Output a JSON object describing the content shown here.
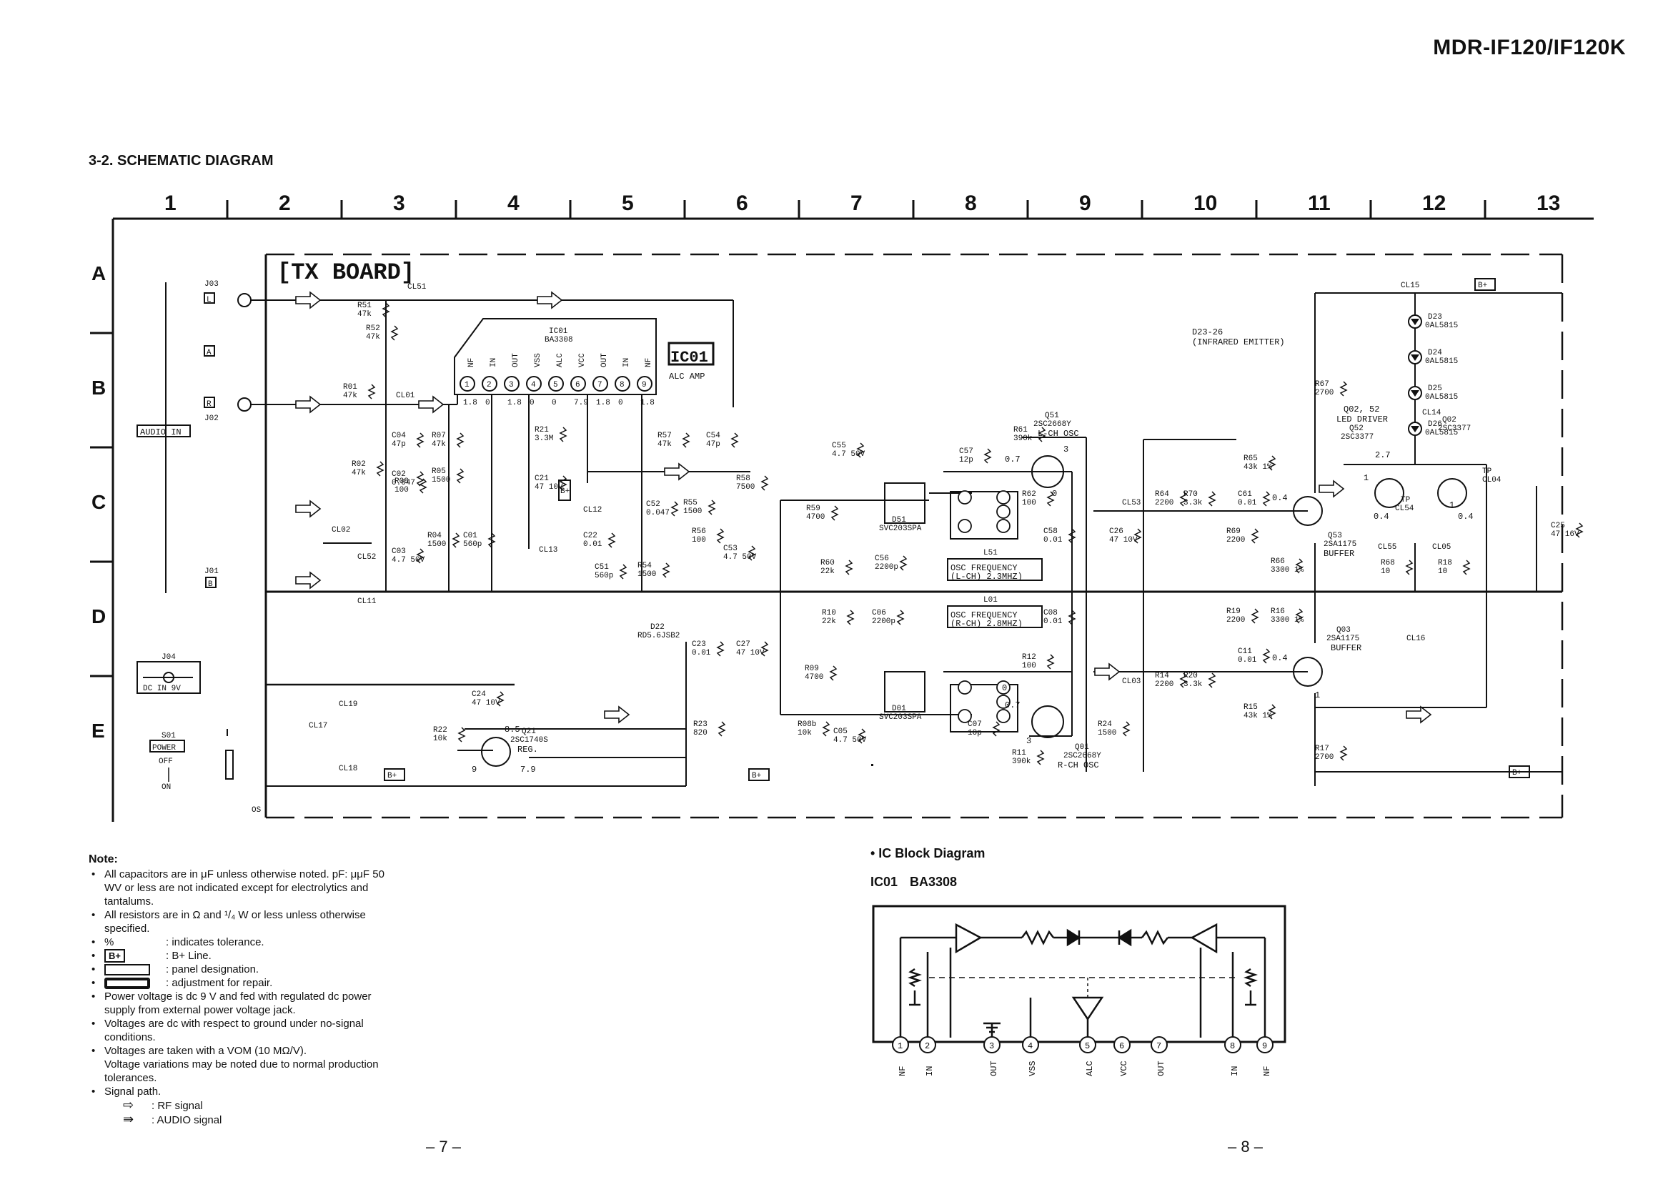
{
  "header": {
    "model": "MDR-IF120/IF120K",
    "section_title": "3-2.  SCHEMATIC  DIAGRAM"
  },
  "grid": {
    "columns": [
      "1",
      "2",
      "3",
      "4",
      "5",
      "6",
      "7",
      "8",
      "9",
      "10",
      "11",
      "12",
      "13"
    ],
    "rows": [
      "A",
      "B",
      "C",
      "D",
      "E"
    ]
  },
  "board": {
    "title": "[TX BOARD]"
  },
  "ic01": {
    "ref": "IC01",
    "part": "BA3308",
    "box_label": "IC01",
    "function": "ALC AMP",
    "pins": [
      "1",
      "2",
      "3",
      "4",
      "5",
      "6",
      "7",
      "8",
      "9"
    ],
    "pin_names": [
      "NF",
      "IN",
      "OUT",
      "VSS",
      "ALC",
      "VCC",
      "OUT",
      "IN",
      "NF"
    ],
    "voltages": [
      "1.8",
      "0",
      "1.8",
      "0",
      "0",
      "7.9",
      "1.8",
      "0",
      "1.8"
    ]
  },
  "connectors": {
    "j03": "J03",
    "j02": "J02",
    "j01": "J01",
    "j04": "J04",
    "l": "L",
    "a": "A",
    "r": "R",
    "b": "B",
    "audio_in": "AUDIO IN",
    "dc_in": "DC IN 9V",
    "s01": "S01",
    "power": "POWER",
    "off": "OFF",
    "on": "ON",
    "os": "OS"
  },
  "labels": {
    "emitter_ref": "D23-26",
    "emitter_name": "(INFRARED EMITTER)",
    "led_driver_ref": "Q02, 52",
    "led_driver_name": "LED DRIVER",
    "q51": "Q51",
    "q51_part": "2SC2668Y",
    "lch_osc": "L-CH OSC",
    "q01": "Q01",
    "q01_part": "2SC2668Y",
    "rch_osc": "R-CH OSC",
    "q21": "Q21",
    "q21_part": "2SC1740S",
    "reg": "REG.",
    "q53": "Q53",
    "q53_part": "2SA1175",
    "buffer1": "BUFFER",
    "q03": "Q03",
    "q03_part": "2SA1175",
    "buffer2": "BUFFER",
    "q52": "Q52",
    "q52_part": "2SC3377",
    "q02": "Q02",
    "q02_part": "2SC3377",
    "osc1_a": "OSC FREQUENCY",
    "osc1_b": "(L-CH) 2.3MHZ)",
    "osc2_a": "OSC FREQUENCY",
    "osc2_b": "(R-CH) 2.8MHZ)",
    "l51": "L51",
    "l01": "L01",
    "d51": "D51",
    "d51_part": "SVC203SPA",
    "d01": "D01",
    "d01_part": "SVC203SPA",
    "d22": "D22",
    "d22_part": "RD5.6JSB2",
    "bplus": "B+",
    "tp": "TP",
    "cl54": "CL54",
    "cl04": "CL04",
    "cl15": "CL15",
    "cl16": "CL16",
    "cl14": "CL14",
    "cl55": "CL55",
    "cl05": "CL05",
    "cl51": "CL51",
    "cl01": "CL01",
    "cl02": "CL02",
    "cl52": "CL52",
    "cl11": "CL11",
    "cl12": "CL12",
    "cl13": "CL13",
    "cl17": "CL17",
    "cl18": "CL18",
    "cl19": "CL19",
    "cl53": "CL53",
    "cl03": "CL03"
  },
  "leds": [
    {
      "ref": "D23",
      "part": "0AL5815"
    },
    {
      "ref": "D24",
      "part": "0AL5815"
    },
    {
      "ref": "D25",
      "part": "0AL5815"
    },
    {
      "ref": "D26",
      "part": "0AL5815"
    }
  ],
  "components": [
    {
      "ref": "R51",
      "val": "47k"
    },
    {
      "ref": "R52",
      "val": "47k"
    },
    {
      "ref": "R01",
      "val": "47k"
    },
    {
      "ref": "R02",
      "val": "47k"
    },
    {
      "ref": "C04",
      "val": "47p"
    },
    {
      "ref": "R07",
      "val": "47k"
    },
    {
      "ref": "C02",
      "val": "0.047"
    },
    {
      "ref": "R05",
      "val": "1500"
    },
    {
      "ref": "R08",
      "val": "100"
    },
    {
      "ref": "C03",
      "val": "4.7 50V"
    },
    {
      "ref": "R04",
      "val": "1500"
    },
    {
      "ref": "C01",
      "val": "560p"
    },
    {
      "ref": "R21",
      "val": "3.3M"
    },
    {
      "ref": "C21",
      "val": "47 10V"
    },
    {
      "ref": "R57",
      "val": "47k"
    },
    {
      "ref": "C54",
      "val": "47p"
    },
    {
      "ref": "C52",
      "val": "0.047"
    },
    {
      "ref": "R55",
      "val": "1500"
    },
    {
      "ref": "R56",
      "val": "100"
    },
    {
      "ref": "C22",
      "val": "0.01"
    },
    {
      "ref": "C51",
      "val": "560p"
    },
    {
      "ref": "R54",
      "val": "1500"
    },
    {
      "ref": "C53",
      "val": "4.7 50V"
    },
    {
      "ref": "R58",
      "val": "7500"
    },
    {
      "ref": "C55",
      "val": "4.7 50V"
    },
    {
      "ref": "R59",
      "val": "4700"
    },
    {
      "ref": "R60",
      "val": "22k"
    },
    {
      "ref": "C56",
      "val": "2200p"
    },
    {
      "ref": "C57",
      "val": "12p"
    },
    {
      "ref": "R61",
      "val": "390k"
    },
    {
      "ref": "R62",
      "val": "100"
    },
    {
      "ref": "C58",
      "val": "0.01"
    },
    {
      "ref": "C26",
      "val": "47 10V"
    },
    {
      "ref": "R64",
      "val": "2200"
    },
    {
      "ref": "R70",
      "val": "3.3k"
    },
    {
      "ref": "R65",
      "val": "43k 1%"
    },
    {
      "ref": "C61",
      "val": "0.01"
    },
    {
      "ref": "R69",
      "val": "2200"
    },
    {
      "ref": "R66",
      "val": "3300 1%"
    },
    {
      "ref": "R67",
      "val": "2700"
    },
    {
      "ref": "R68",
      "val": "10"
    },
    {
      "ref": "R18",
      "val": "10"
    },
    {
      "ref": "C25",
      "val": "47 16V"
    },
    {
      "ref": "C23",
      "val": "0.01"
    },
    {
      "ref": "C27",
      "val": "47 10V"
    },
    {
      "ref": "R10",
      "val": "22k"
    },
    {
      "ref": "C06",
      "val": "2200p"
    },
    {
      "ref": "R09",
      "val": "4700"
    },
    {
      "ref": "C08",
      "val": "0.01"
    },
    {
      "ref": "R12",
      "val": "100"
    },
    {
      "ref": "R19",
      "val": "2200"
    },
    {
      "ref": "R16",
      "val": "3300 1%"
    },
    {
      "ref": "C11",
      "val": "0.01"
    },
    {
      "ref": "R14",
      "val": "2200"
    },
    {
      "ref": "R20",
      "val": "3.3k"
    },
    {
      "ref": "C24",
      "val": "47 10V"
    },
    {
      "ref": "R22",
      "val": "10k"
    },
    {
      "ref": "R23",
      "val": "820"
    },
    {
      "ref": "R08b",
      "val": "10k"
    },
    {
      "ref": "C05",
      "val": "4.7 50V"
    },
    {
      "ref": "C07",
      "val": "10p"
    },
    {
      "ref": "R11",
      "val": "390k"
    },
    {
      "ref": "R24",
      "val": "1500"
    },
    {
      "ref": "R15",
      "val": "43k 1%"
    },
    {
      "ref": "R17",
      "val": "2700"
    }
  ],
  "voltages": {
    "v_q21_b": "8.5",
    "v_q21_e": "7.9",
    "v_q21_c": "9",
    "v_q51": "0.7",
    "v_q01": "0.7",
    "v_q53": "0.4",
    "v_q03": "0.4",
    "v_q52a": "2.7",
    "v_q52b": "0.4",
    "v_q02": "0.4",
    "v_one": "1",
    "v_zero": "0",
    "v_three": "3"
  },
  "notes": {
    "title": "Note:",
    "items": [
      "All capacitors are in μF unless otherwise noted.  pF: μμF 50 WV or less are not indicated except for electrolytics and tantalums.",
      "All resistors are in Ω and ¹/₄ W or less unless otherwise specified.",
      "Power voltage is dc 9 V and fed with regulated dc power supply from external power voltage jack.",
      "Voltages are dc with respect to ground under no-signal conditions.",
      "Voltages are taken with a VOM (10 MΩ/V).",
      "Voltage variations may be noted due to normal production tolerances.",
      "Signal path."
    ],
    "pct_sym": "%",
    "pct_text": ": indicates tolerance.",
    "bplus_sym": "B+",
    "bplus_text": ": B+ Line.",
    "panel_text": ": panel designation.",
    "adj_text": ": adjustment for repair.",
    "rf_sym": "⇨",
    "rf_text": ": RF signal",
    "audio_sym": "⇛",
    "audio_text": ": AUDIO signal"
  },
  "ic_block": {
    "title": "• IC Block Diagram",
    "subtitle": "IC01  BA3308",
    "pins": [
      "1",
      "2",
      "3",
      "4",
      "5",
      "6",
      "7",
      "8",
      "9"
    ],
    "pin_names": [
      "NF",
      "IN",
      "OUT",
      "VSS",
      "ALC",
      "VCC",
      "OUT",
      "IN",
      "NF"
    ]
  },
  "pages": {
    "left": "– 7 –",
    "right": "– 8 –"
  }
}
